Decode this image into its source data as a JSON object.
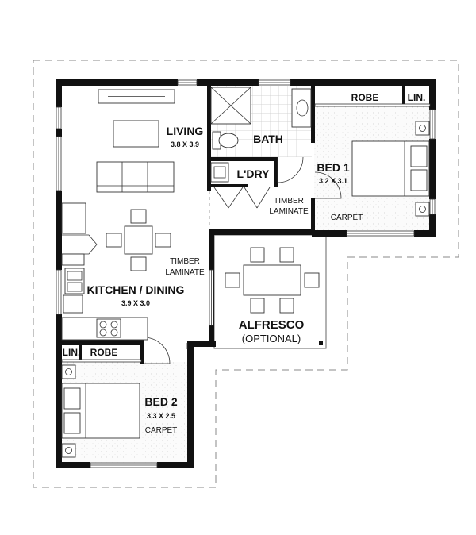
{
  "rooms": {
    "living": {
      "name": "LIVING",
      "size": "3.8 X 3.9"
    },
    "bath": {
      "name": "BATH"
    },
    "laundry": {
      "name": "L'DRY"
    },
    "bed1": {
      "name": "BED 1",
      "size": "3.2 X 3.1",
      "floor": "CARPET"
    },
    "bed1_robe": {
      "name": "ROBE"
    },
    "bed1_linen": {
      "name": "LIN."
    },
    "hall_floor": {
      "line1": "TIMBER",
      "line2": "LAMINATE"
    },
    "kitchen_floor": {
      "line1": "TIMBER",
      "line2": "LAMINATE"
    },
    "kitchen": {
      "name": "KITCHEN / DINING",
      "size": "3.9 X 3.0"
    },
    "alfresco": {
      "name": "ALFRESCO",
      "note": "(OPTIONAL)"
    },
    "bed2": {
      "name": "BED 2",
      "size": "3.3 X 2.5",
      "floor": "CARPET"
    },
    "bed2_linen": {
      "name": "LIN."
    },
    "bed2_robe": {
      "name": "ROBE"
    }
  }
}
